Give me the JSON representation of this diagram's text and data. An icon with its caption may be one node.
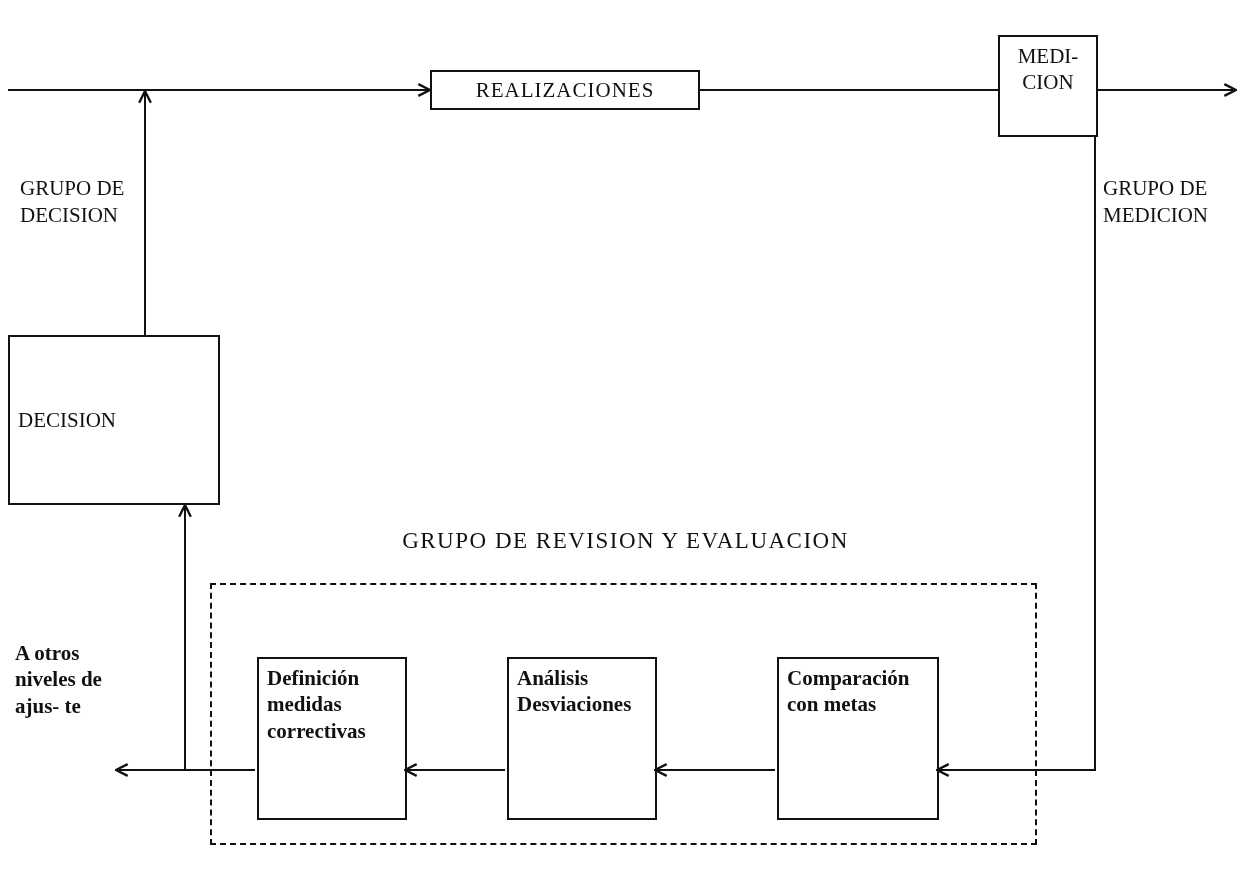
{
  "diagram": {
    "nodes": [
      {
        "text": [
          "REALIZACIONES"
        ]
      },
      {
        "text": [
          "MEDI- CION"
        ]
      },
      {
        "text": [
          "DECISION"
        ]
      },
      {
        "text": [
          "GRUPO DE REVISION Y EVALUACION"
        ]
      },
      {
        "text": [
          "Definición medidas correctivas"
        ],
        "in": 3
      },
      {
        "text": [
          "Análisis Desviaciones"
        ],
        "in": 3
      },
      {
        "text": [
          "Comparación con metas"
        ],
        "in": 3
      },
      {
        "text": [
          "A otros niveles de ajus- te"
        ]
      }
    ],
    "edges": [
      {
        "from": null,
        "to": 0,
        "arrow": "to"
      },
      {
        "from": 2,
        "to": null,
        "arrow": "to"
      },
      {
        "from": 0,
        "to": 1,
        "arrow": "none"
      },
      {
        "from": 1,
        "to": null,
        "arrow": "to"
      },
      {
        "from": 1,
        "to": 6,
        "arrow": "to"
      },
      {
        "from": 6,
        "to": 5,
        "arrow": "to"
      },
      {
        "from": 5,
        "to": 4,
        "arrow": "to"
      },
      {
        "from": 4,
        "to": 7,
        "arrow": "to"
      },
      {
        "from": 4,
        "to": 2,
        "arrow": "to"
      }
    ],
    "labels": [
      "GRUPO DE DECISION",
      "GRUPO DE MEDICION"
    ]
  }
}
